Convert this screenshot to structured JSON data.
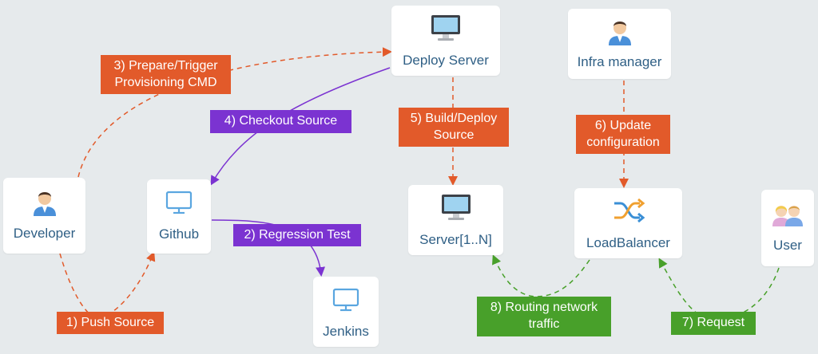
{
  "nodes": {
    "developer": {
      "label": "Developer",
      "icon": "person-icon"
    },
    "github": {
      "label": "Github",
      "icon": "monitor-icon"
    },
    "jenkins": {
      "label": "Jenkins",
      "icon": "monitor-icon"
    },
    "deploy_server": {
      "label": "Deploy Server",
      "icon": "monitor-icon"
    },
    "servers": {
      "label": "Server[1..N]",
      "icon": "monitor-icon"
    },
    "infra_manager": {
      "label": "Infra manager",
      "icon": "person-icon"
    },
    "load_balancer": {
      "label": "LoadBalancer",
      "icon": "shuffle-icon"
    },
    "user": {
      "label": "User",
      "icon": "users-icon"
    }
  },
  "steps": {
    "s1": "1) Push Source",
    "s2": "2) Regression Test",
    "s3": "3) Prepare/Trigger\nProvisioning CMD",
    "s4": "4) Checkout Source",
    "s5": "5) Build/Deploy\nSource",
    "s6": "6) Update\nconfiguration",
    "s7": "7) Request",
    "s8": "8) Routing network\ntraffic"
  },
  "colors": {
    "orange": "#e25a2a",
    "purple": "#7b33d1",
    "green": "#48a02a",
    "icon_blue": "#5aa6e0",
    "label_text": "#2f5f85"
  }
}
